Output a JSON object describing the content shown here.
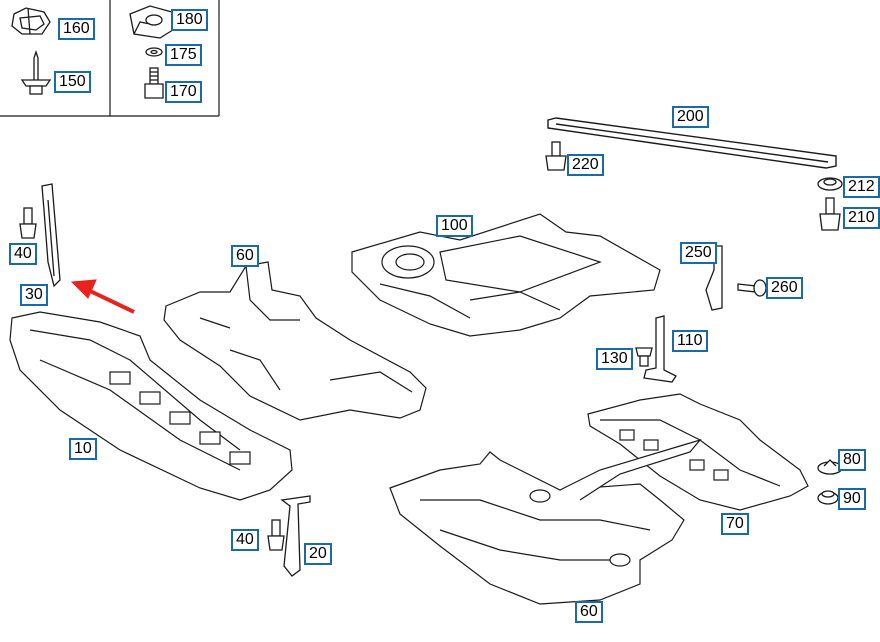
{
  "labels": {
    "p160": "160",
    "p150": "150",
    "p180": "180",
    "p175": "175",
    "p170": "170",
    "p200": "200",
    "p220": "220",
    "p212": "212",
    "p210": "210",
    "p100": "100",
    "p60a": "60",
    "p40a": "40",
    "p30": "30",
    "p10": "10",
    "p250": "250",
    "p260": "260",
    "p130": "130",
    "p110": "110",
    "p80": "80",
    "p90": "90",
    "p70": "70",
    "p40b": "40",
    "p20": "20",
    "p60b": "60"
  },
  "colors": {
    "label_border": "#1a6aa8",
    "arrow": "#e8231e",
    "line": "#1a1a1a"
  }
}
